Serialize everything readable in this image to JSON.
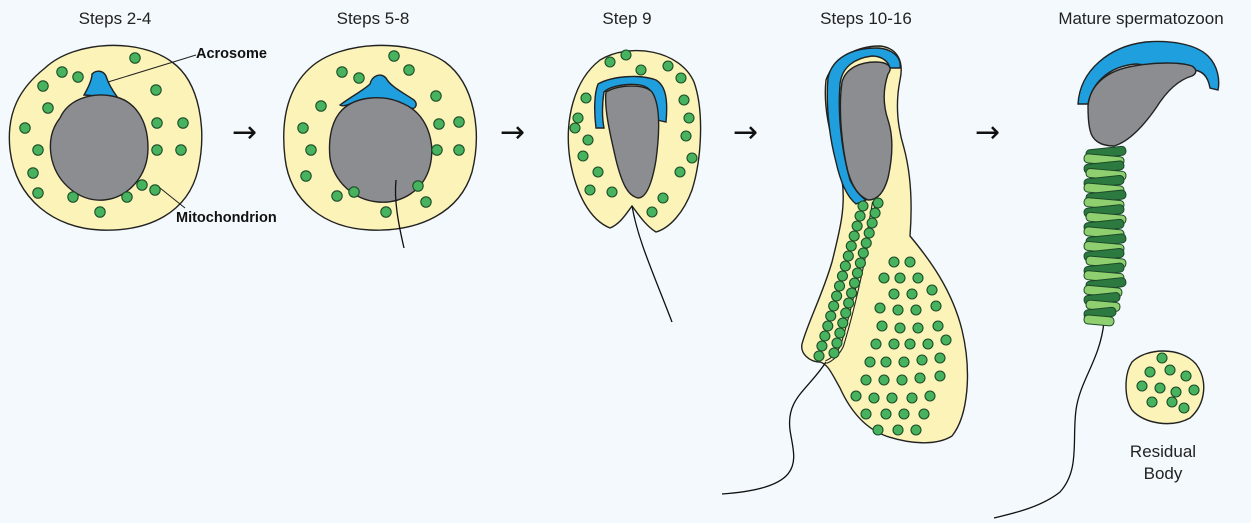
{
  "stages": [
    {
      "title": "Steps 2-4"
    },
    {
      "title": "Steps 5-8"
    },
    {
      "title": "Step 9"
    },
    {
      "title": "Steps 10-16"
    },
    {
      "title": "Mature spermatozoon"
    }
  ],
  "labels": {
    "acrosome": "Acrosome",
    "mitochondrion": "Mitochondrion",
    "residual_line1": "Residual",
    "residual_line2": "Body"
  },
  "arrow_glyph": "→",
  "colors": {
    "background": "#f3f9fc",
    "cytoplasm": "#fbf3b8",
    "nucleus": "#8c8d90",
    "acrosome": "#1f9fde",
    "mitochondrion": "#48b35e",
    "sheath_dark": "#2c7a40",
    "sheath_light": "#8fcf6f"
  }
}
